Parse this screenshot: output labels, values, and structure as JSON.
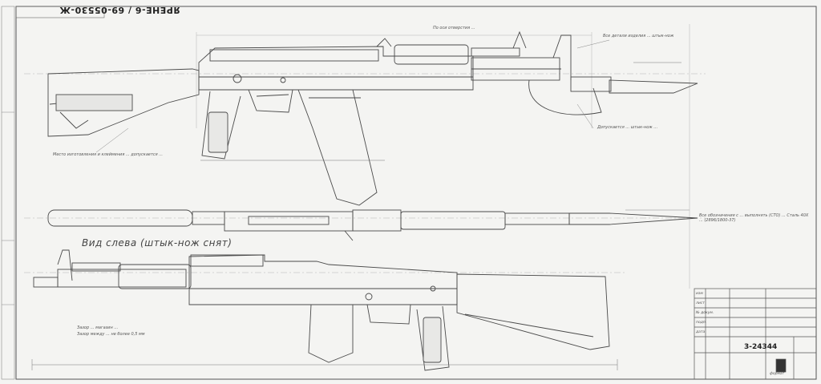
{
  "drawing": {
    "stamp_code": "ЯРЕНЕ-6 / 69-05530-Ж",
    "view_left_title": "Вид слева (штык-нож снят)",
    "document_number": "3-24344",
    "sheet_size": "формат"
  },
  "annotations": {
    "dim_top": "По оси отверстия ...",
    "note_bayonet": "Все детали изделия ... штык-нож",
    "note_butt": "Место изготовления и клеймения ... допускается ...",
    "note_bayonet_lower": "Допускается ... штык-нож ...",
    "note_mag": "Зазор ... магазин ...",
    "note_grip": "Зазор между ... не более 0,5 мм",
    "note_right": "Все обозначения с ... выполнять (СТО) ... Сталь 40Х ... (2896/1800-37)"
  },
  "title_block": {
    "rows": [
      "изм",
      "лист",
      "№ докум.",
      "подп.",
      "дата"
    ]
  },
  "colors": {
    "paper": "#f4f4f2",
    "line": "#4a4a4a",
    "faint": "#9a9a9a"
  }
}
